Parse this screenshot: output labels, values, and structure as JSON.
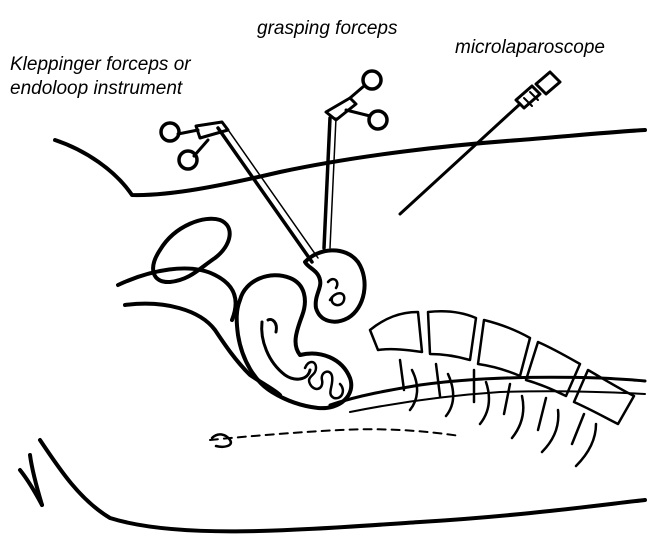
{
  "labels": {
    "kleppinger_line1": "Kleppinger forceps or",
    "kleppinger_line2": "endoloop instrument",
    "grasping_forceps": "grasping forceps",
    "microlaparoscope": "microlaparoscope"
  },
  "colors": {
    "ink": "#000000",
    "background": "#ffffff"
  }
}
